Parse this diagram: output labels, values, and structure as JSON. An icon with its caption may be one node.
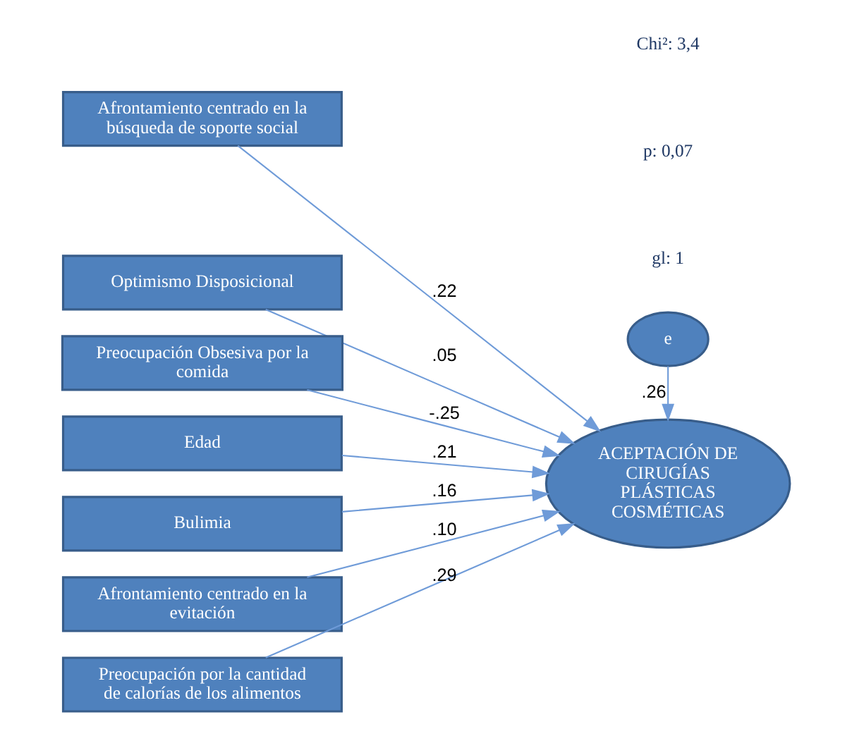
{
  "diagram": {
    "nodes": [
      {
        "text": [
          "Afrontamiento centrado en la búsqueda de soporte social"
        ]
      },
      {
        "text": [
          "Optimismo Disposicional"
        ]
      },
      {
        "text": [
          "Preocupación Obsesiva por la comida"
        ]
      },
      {
        "text": [
          "Edad"
        ]
      },
      {
        "text": [
          "Bulimia"
        ]
      },
      {
        "text": [
          "Afrontamiento centrado en la evitación"
        ]
      },
      {
        "text": [
          "Preocupación por la cantidad de calorías de los alimentos"
        ]
      },
      {
        "text": [
          "e"
        ]
      },
      {
        "text": [
          "ACEPTACIÓN DE CIRUGÍAS PLÁSTICAS COSMÉTICAS"
        ]
      }
    ],
    "edges": [
      {
        "from": 0,
        "to": 8,
        "arrow": "to",
        "label": ".22"
      },
      {
        "from": 1,
        "to": 8,
        "arrow": "to",
        "label": ".05"
      },
      {
        "from": 2,
        "to": 8,
        "arrow": "to",
        "label": "-.25"
      },
      {
        "from": 3,
        "to": 8,
        "arrow": "to",
        "label": ".21"
      },
      {
        "from": 4,
        "to": 8,
        "arrow": "to",
        "label": ".16"
      },
      {
        "from": 5,
        "to": 8,
        "arrow": "to",
        "label": ".10"
      },
      {
        "from": 6,
        "to": 8,
        "arrow": "to",
        "label": ".29"
      },
      {
        "from": 7,
        "to": 8,
        "arrow": "to",
        "label": ".26"
      }
    ],
    "labels": [
      "Chi²: 3,4",
      "p: 0,07",
      "gl: 1"
    ]
  }
}
